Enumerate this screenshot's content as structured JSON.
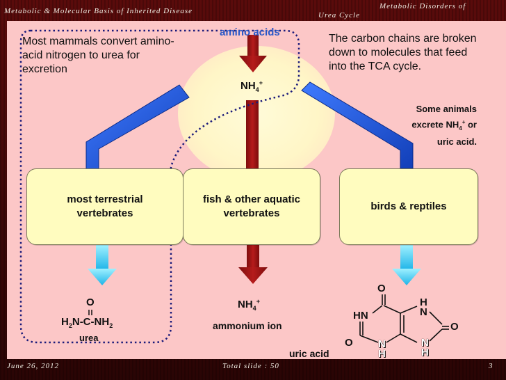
{
  "header": {
    "left": "Metabolic & Molecular Basis of Inherited Disease",
    "right_line1": "Metabolic Disorders of",
    "right_line2": "Urea Cycle"
  },
  "diagram": {
    "source": "amino acids",
    "center": {
      "main": "NH",
      "sub": "4",
      "sup": "+"
    },
    "note_left": [
      "Most mammals convert amino-",
      "acid nitrogen to urea for",
      "excretion"
    ],
    "note_right": [
      "The carbon chains are broken",
      "down to molecules that feed",
      "into the TCA cycle."
    ],
    "note_animals": {
      "line1": "Some animals",
      "line2_prefix": "excrete NH",
      "line2_sub": "4",
      "line2_sup": "+",
      "line2_suffix": " or",
      "line3": "uric acid."
    },
    "boxes": {
      "terrestrial": [
        "most terrestrial",
        "vertebrates"
      ],
      "aquatic": [
        "fish & other aquatic",
        "vertebrates"
      ],
      "birds": [
        "birds & reptiles"
      ]
    },
    "urea": {
      "oxygen": "O",
      "formula_line": "H2N-C-NH2",
      "label": "urea"
    },
    "ammonium": {
      "main": "NH",
      "sub": "4",
      "sup": "+",
      "label": "ammonium ion"
    },
    "uric_acid": {
      "label": "uric acid",
      "atoms": {
        "o_top": "O",
        "hn": "HN",
        "h_top": "H",
        "n_top": "N",
        "o_right": "O",
        "o_left": "O",
        "n_bottom_left": "N",
        "h_bottom_left": "H",
        "n_bottom_right": "N",
        "h_bottom_right": "H"
      }
    }
  },
  "footer": {
    "date": "June 26, 2012",
    "total": "Total slide :  50",
    "page": "3"
  },
  "colors": {
    "slide_bg": "#fcc7c7",
    "box_fill": "#fffcbf",
    "red_arrow": "#9c1414",
    "blue_branch": "#1e56e6",
    "cyan_arrow": "#33c8f0",
    "dotted_outline": "#1a1a7a"
  }
}
